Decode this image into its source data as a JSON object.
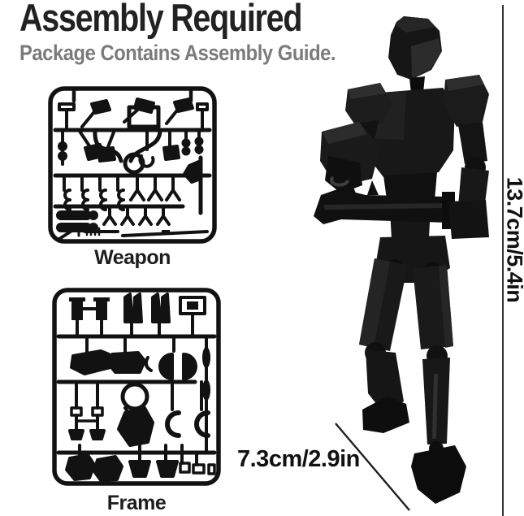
{
  "header": {
    "title": "Assembly Required",
    "subtitle": "Package Contains Assembly Guide."
  },
  "sprues": {
    "weapon": {
      "label": "Weapon"
    },
    "frame": {
      "label": "Frame"
    }
  },
  "figure": {
    "description": "black articulated action figure holding a serrated sword",
    "height_dimension": "13.7cm/5.4in",
    "width_dimension": "7.3cm/2.9in"
  },
  "colors": {
    "background": "#ffffff",
    "title_text": "#222222",
    "subtitle_text": "#7b7b7b",
    "line_art": "#121212",
    "measure_line": "#333333",
    "figure_base": "#161616"
  }
}
